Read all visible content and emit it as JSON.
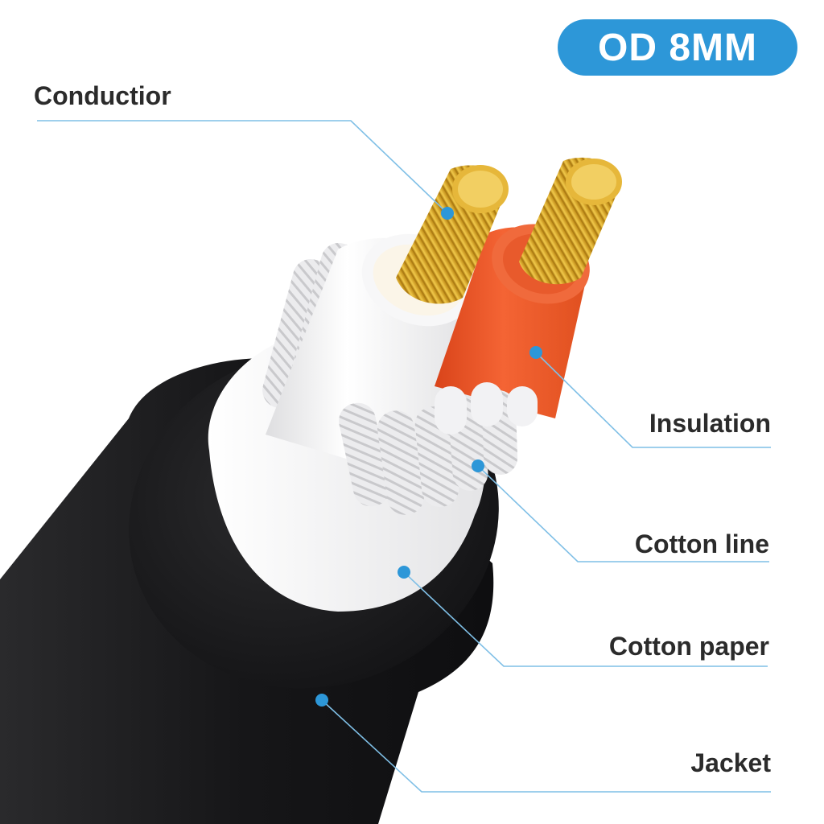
{
  "badge": {
    "text": "OD 8MM"
  },
  "labels": {
    "conductor": "Conductior",
    "insulation": "Insulation",
    "cotton_line": "Cotton line",
    "cotton_paper": "Cotton paper",
    "jacket": "Jacket"
  },
  "colors": {
    "accent": "#2d97d8",
    "leader": "#7fbfe6",
    "jacket": "#1c1c1e",
    "insulation_red": "#ef5a2a",
    "insulation_white": "#f4f4f4",
    "copper": "#d9a72a"
  }
}
